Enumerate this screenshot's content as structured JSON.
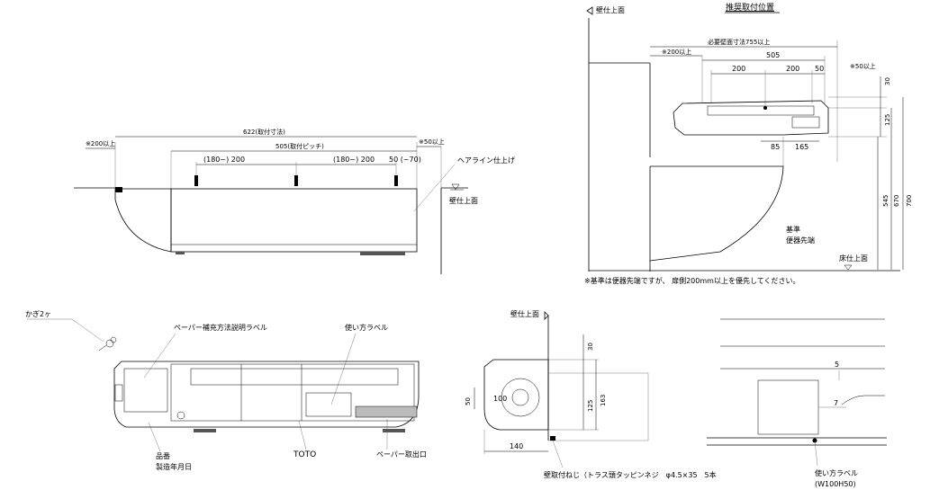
{
  "labels": {
    "wall_face": "壁仕上面",
    "recommended_position": "推奨取付位置",
    "required_wall_length": "必要壁面寸法755以上",
    "over200": "※200以上",
    "over50": "※50以上",
    "dim_505": "505",
    "dim_200": "200",
    "dim_50": "50",
    "dim_30": "30",
    "dim_125": "125",
    "dim_85": "85",
    "dim_165": "165",
    "dim_545": "545",
    "dim_670": "670",
    "dim_700": "700",
    "reference": "基準",
    "toilet_tip": "便器先端",
    "floor_face": "床仕上面",
    "note": "※基準は便器先端ですが、 扉側200mm以上を優先してください。",
    "total_width": "622(取付寸法)",
    "install_pitch": "505(取付ピッチ)",
    "dim_180_200": "(180~) 200",
    "dim_50_70": "50 (~70)",
    "hairline": "ヘアライン仕上げ",
    "hooks": "かぎ2ヶ",
    "paper_label": "ペーパー補充方法説明ラベル",
    "usage_label": "使い方ラベル",
    "part_number": "品番",
    "mfg_date": "製造年月日",
    "brand": "TOTO",
    "paper_outlet": "ペーパー取出口",
    "dim_100": "100",
    "dim_163": "163",
    "dim_140": "140",
    "screws": "壁取付ねじ（トラス頭タッピンネジ　φ4.5×35　5本",
    "dim_5": "5",
    "dim_7": "7",
    "usage_label_size": "(W100H50)"
  }
}
